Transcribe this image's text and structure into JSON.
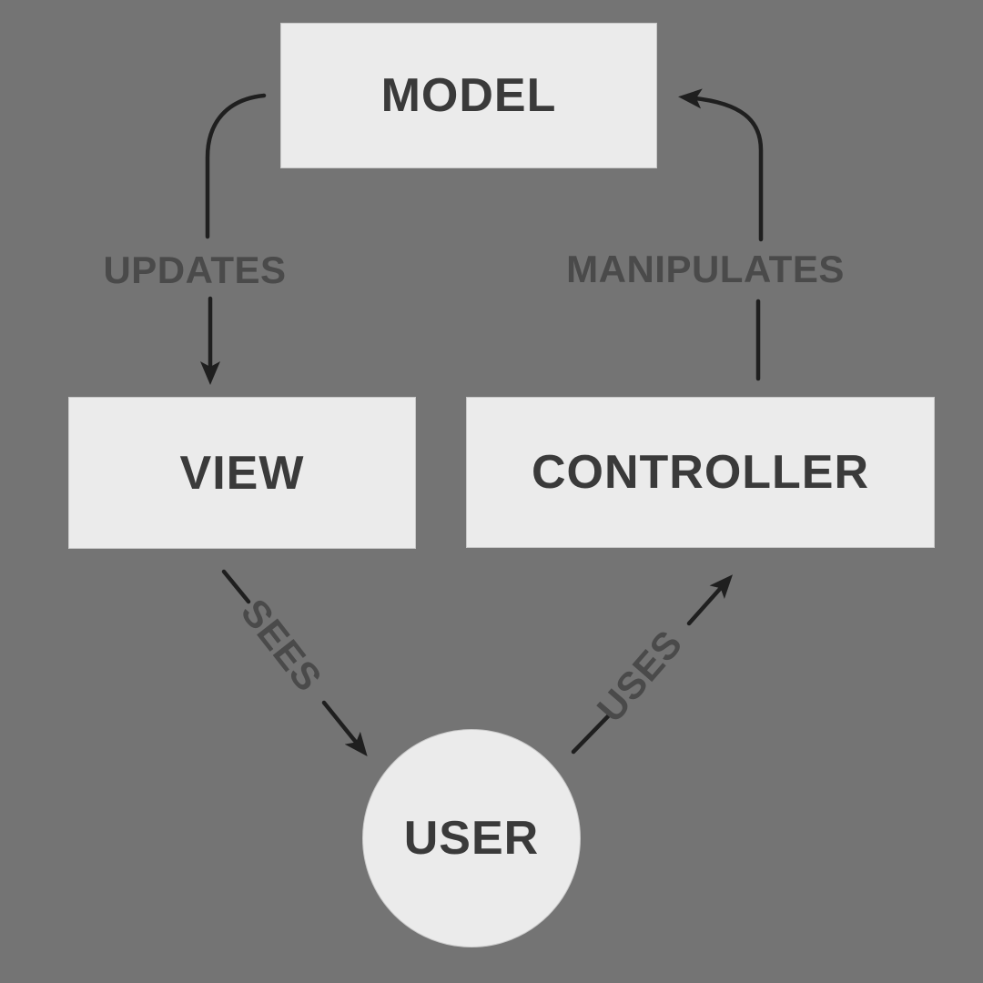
{
  "diagram": {
    "nodes": {
      "model": {
        "label": "MODEL",
        "shape": "rectangle"
      },
      "view": {
        "label": "VIEW",
        "shape": "rectangle"
      },
      "controller": {
        "label": "CONTROLLER",
        "shape": "rectangle"
      },
      "user": {
        "label": "USER",
        "shape": "circle"
      }
    },
    "edges": {
      "updates": {
        "label": "UPDATES",
        "from": "model",
        "to": "view"
      },
      "manipulates": {
        "label": "MANIPULATES",
        "from": "controller",
        "to": "model"
      },
      "sees": {
        "label": "SEES",
        "from": "view",
        "to": "user"
      },
      "uses": {
        "label": "USES",
        "from": "user",
        "to": "controller"
      }
    },
    "colors": {
      "background": "#747474",
      "node_fill": "#ebebeb",
      "node_border": "#c9c9c9",
      "node_text": "#3a3a3a",
      "edge_label_text": "#4a4a4a",
      "arrow": "#1f1f1f"
    }
  }
}
